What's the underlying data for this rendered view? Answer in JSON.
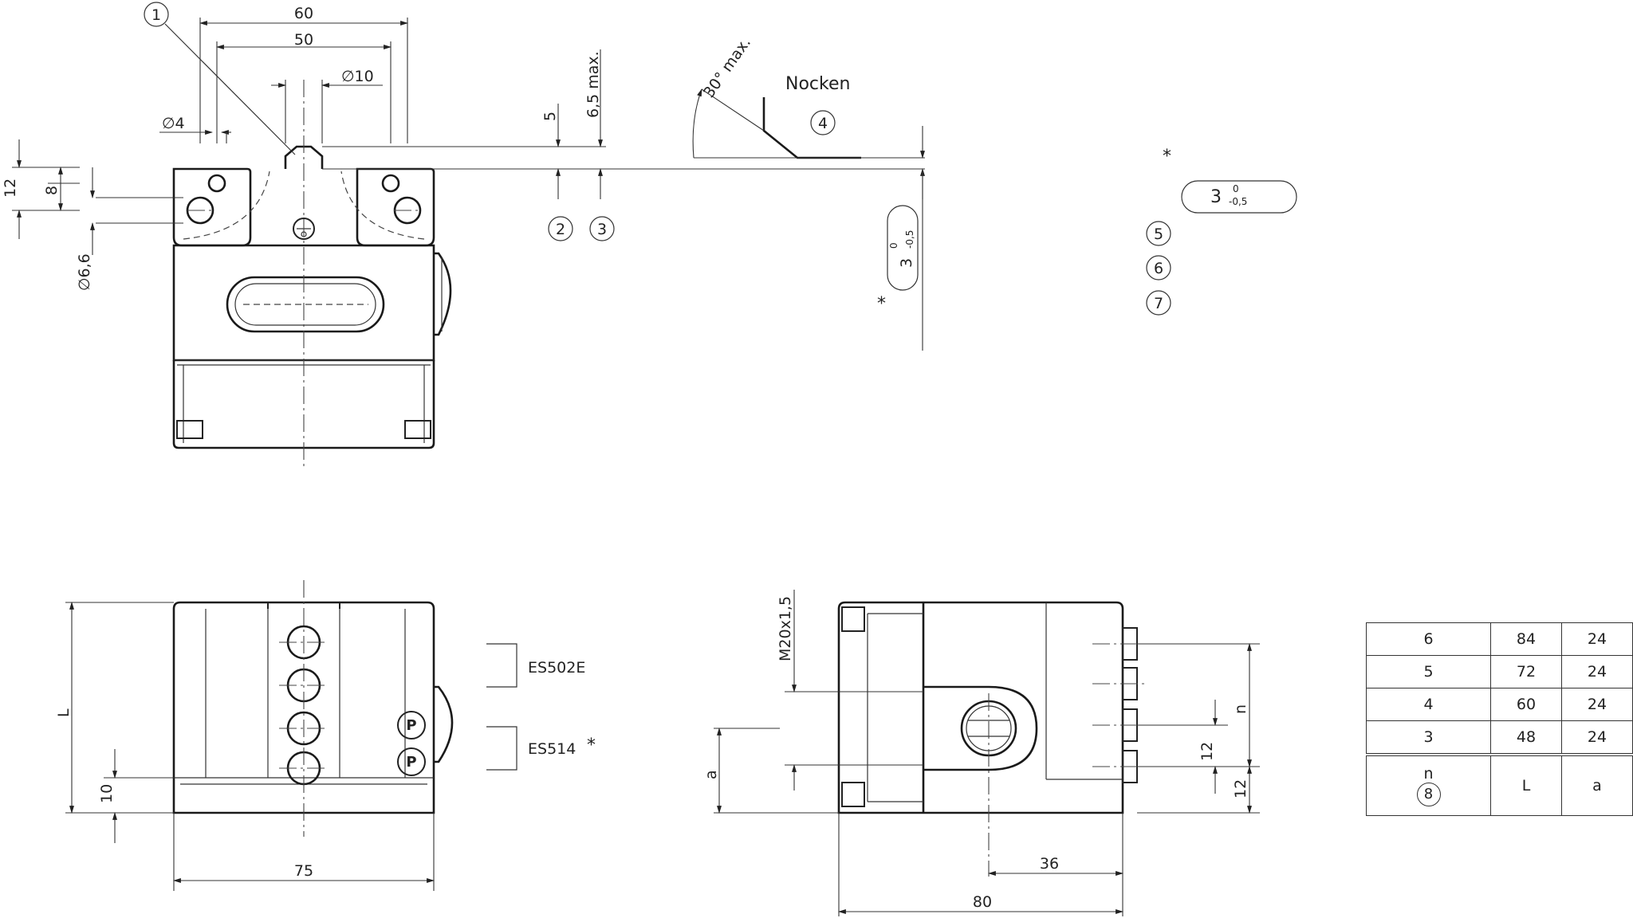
{
  "dimensions": {
    "top_width_60": "60",
    "top_width_50": "50",
    "roller_dia": "∅10",
    "hole_dia_small": "∅4",
    "hole_dia_large": "∅6,6",
    "dim_12": "12",
    "dim_8": "8",
    "dim_5": "5",
    "stroke_max": "6,5 max.",
    "cam_angle": "30° max.",
    "bottom_width": "75",
    "dim_10": "10",
    "side_36": "36",
    "side_80": "80",
    "thread": "M20x1,5",
    "side_12a": "12",
    "side_12b": "12"
  },
  "variables": {
    "L": "L",
    "a": "a",
    "n": "n"
  },
  "labels": {
    "cam": "Nocken",
    "actuator_es502e": "ES502E",
    "actuator_es514": "ES514",
    "asterisk": "*"
  },
  "tolerance": {
    "nominal": "3",
    "upper": "0",
    "lower": "-0,5"
  },
  "callouts": [
    "1",
    "2",
    "3",
    "4",
    "5",
    "6",
    "7",
    "8"
  ],
  "table": {
    "rows": [
      {
        "n": "6",
        "L": "84",
        "a": "24"
      },
      {
        "n": "5",
        "L": "72",
        "a": "24"
      },
      {
        "n": "4",
        "L": "60",
        "a": "24"
      },
      {
        "n": "3",
        "L": "48",
        "a": "24"
      }
    ],
    "header": {
      "n": "n",
      "n_callout": "8",
      "L": "L",
      "a": "a"
    }
  }
}
